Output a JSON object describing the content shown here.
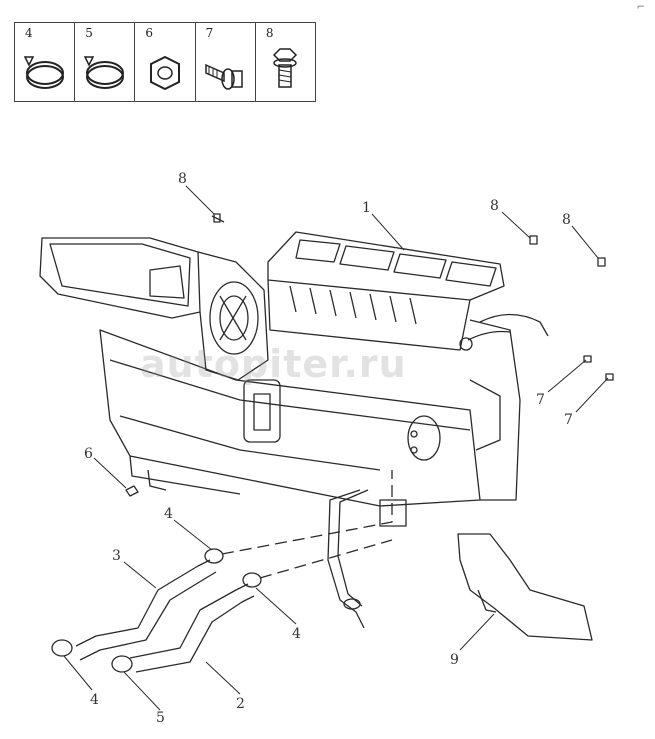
{
  "legend": {
    "cells": [
      {
        "label": "4",
        "icon": "hose-clamp-icon"
      },
      {
        "label": "5",
        "icon": "hose-clamp-icon"
      },
      {
        "label": "6",
        "icon": "hex-nut-icon"
      },
      {
        "label": "7",
        "icon": "bolt-with-washer-icon"
      },
      {
        "label": "8",
        "icon": "hex-bolt-icon"
      }
    ]
  },
  "callouts": {
    "c1": "1",
    "c2": "2",
    "c3": "3",
    "c4a": "4",
    "c4b": "4",
    "c4c": "4",
    "c5": "5",
    "c6": "6",
    "c7a": "7",
    "c7b": "7",
    "c8a": "8",
    "c8b": "8",
    "c8c": "8",
    "c9": "9"
  },
  "watermark": "autopiter.ru",
  "corner_mark": "⌐"
}
